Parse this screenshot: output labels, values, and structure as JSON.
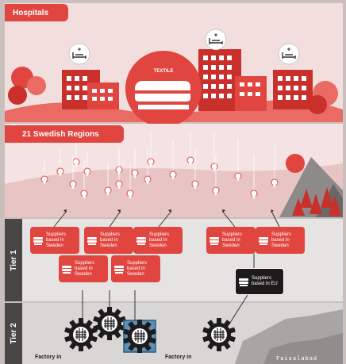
{
  "sections": {
    "hospitals_label": "Hospitals",
    "textile_label": "TEXTILE",
    "regions_label": "21 Swedish Regions",
    "tier1_label": "Tier 1",
    "tier2_label": "Tier 2"
  },
  "suppliers_sweden": [
    {
      "text": "Suppliers based in Sweden"
    },
    {
      "text": "Suppliers based in Sweden"
    },
    {
      "text": "Suppliers based in Sweden"
    },
    {
      "text": "Suppliers based in Sweden"
    },
    {
      "text": "Suppliers based in Sweden"
    },
    {
      "text": "Suppliers based in Sweden"
    },
    {
      "text": "Suppliers based in Sweden"
    }
  ],
  "supplier_eu": {
    "text": "Suppliers based in EU"
  },
  "factories": {
    "left_label": "Factory in",
    "right_label": "Factory in",
    "map_city": "Faisalabad"
  },
  "colors": {
    "accent": "#e0453f",
    "dark": "#1d1b1b",
    "panel_pink": "#efd6d6",
    "tier_bg": "#e6e3e3"
  },
  "icons": [
    "hospital-bed-icon",
    "textile-stack-icon",
    "location-pin-icon",
    "gear-factory-icon",
    "arrow-up-icon"
  ]
}
